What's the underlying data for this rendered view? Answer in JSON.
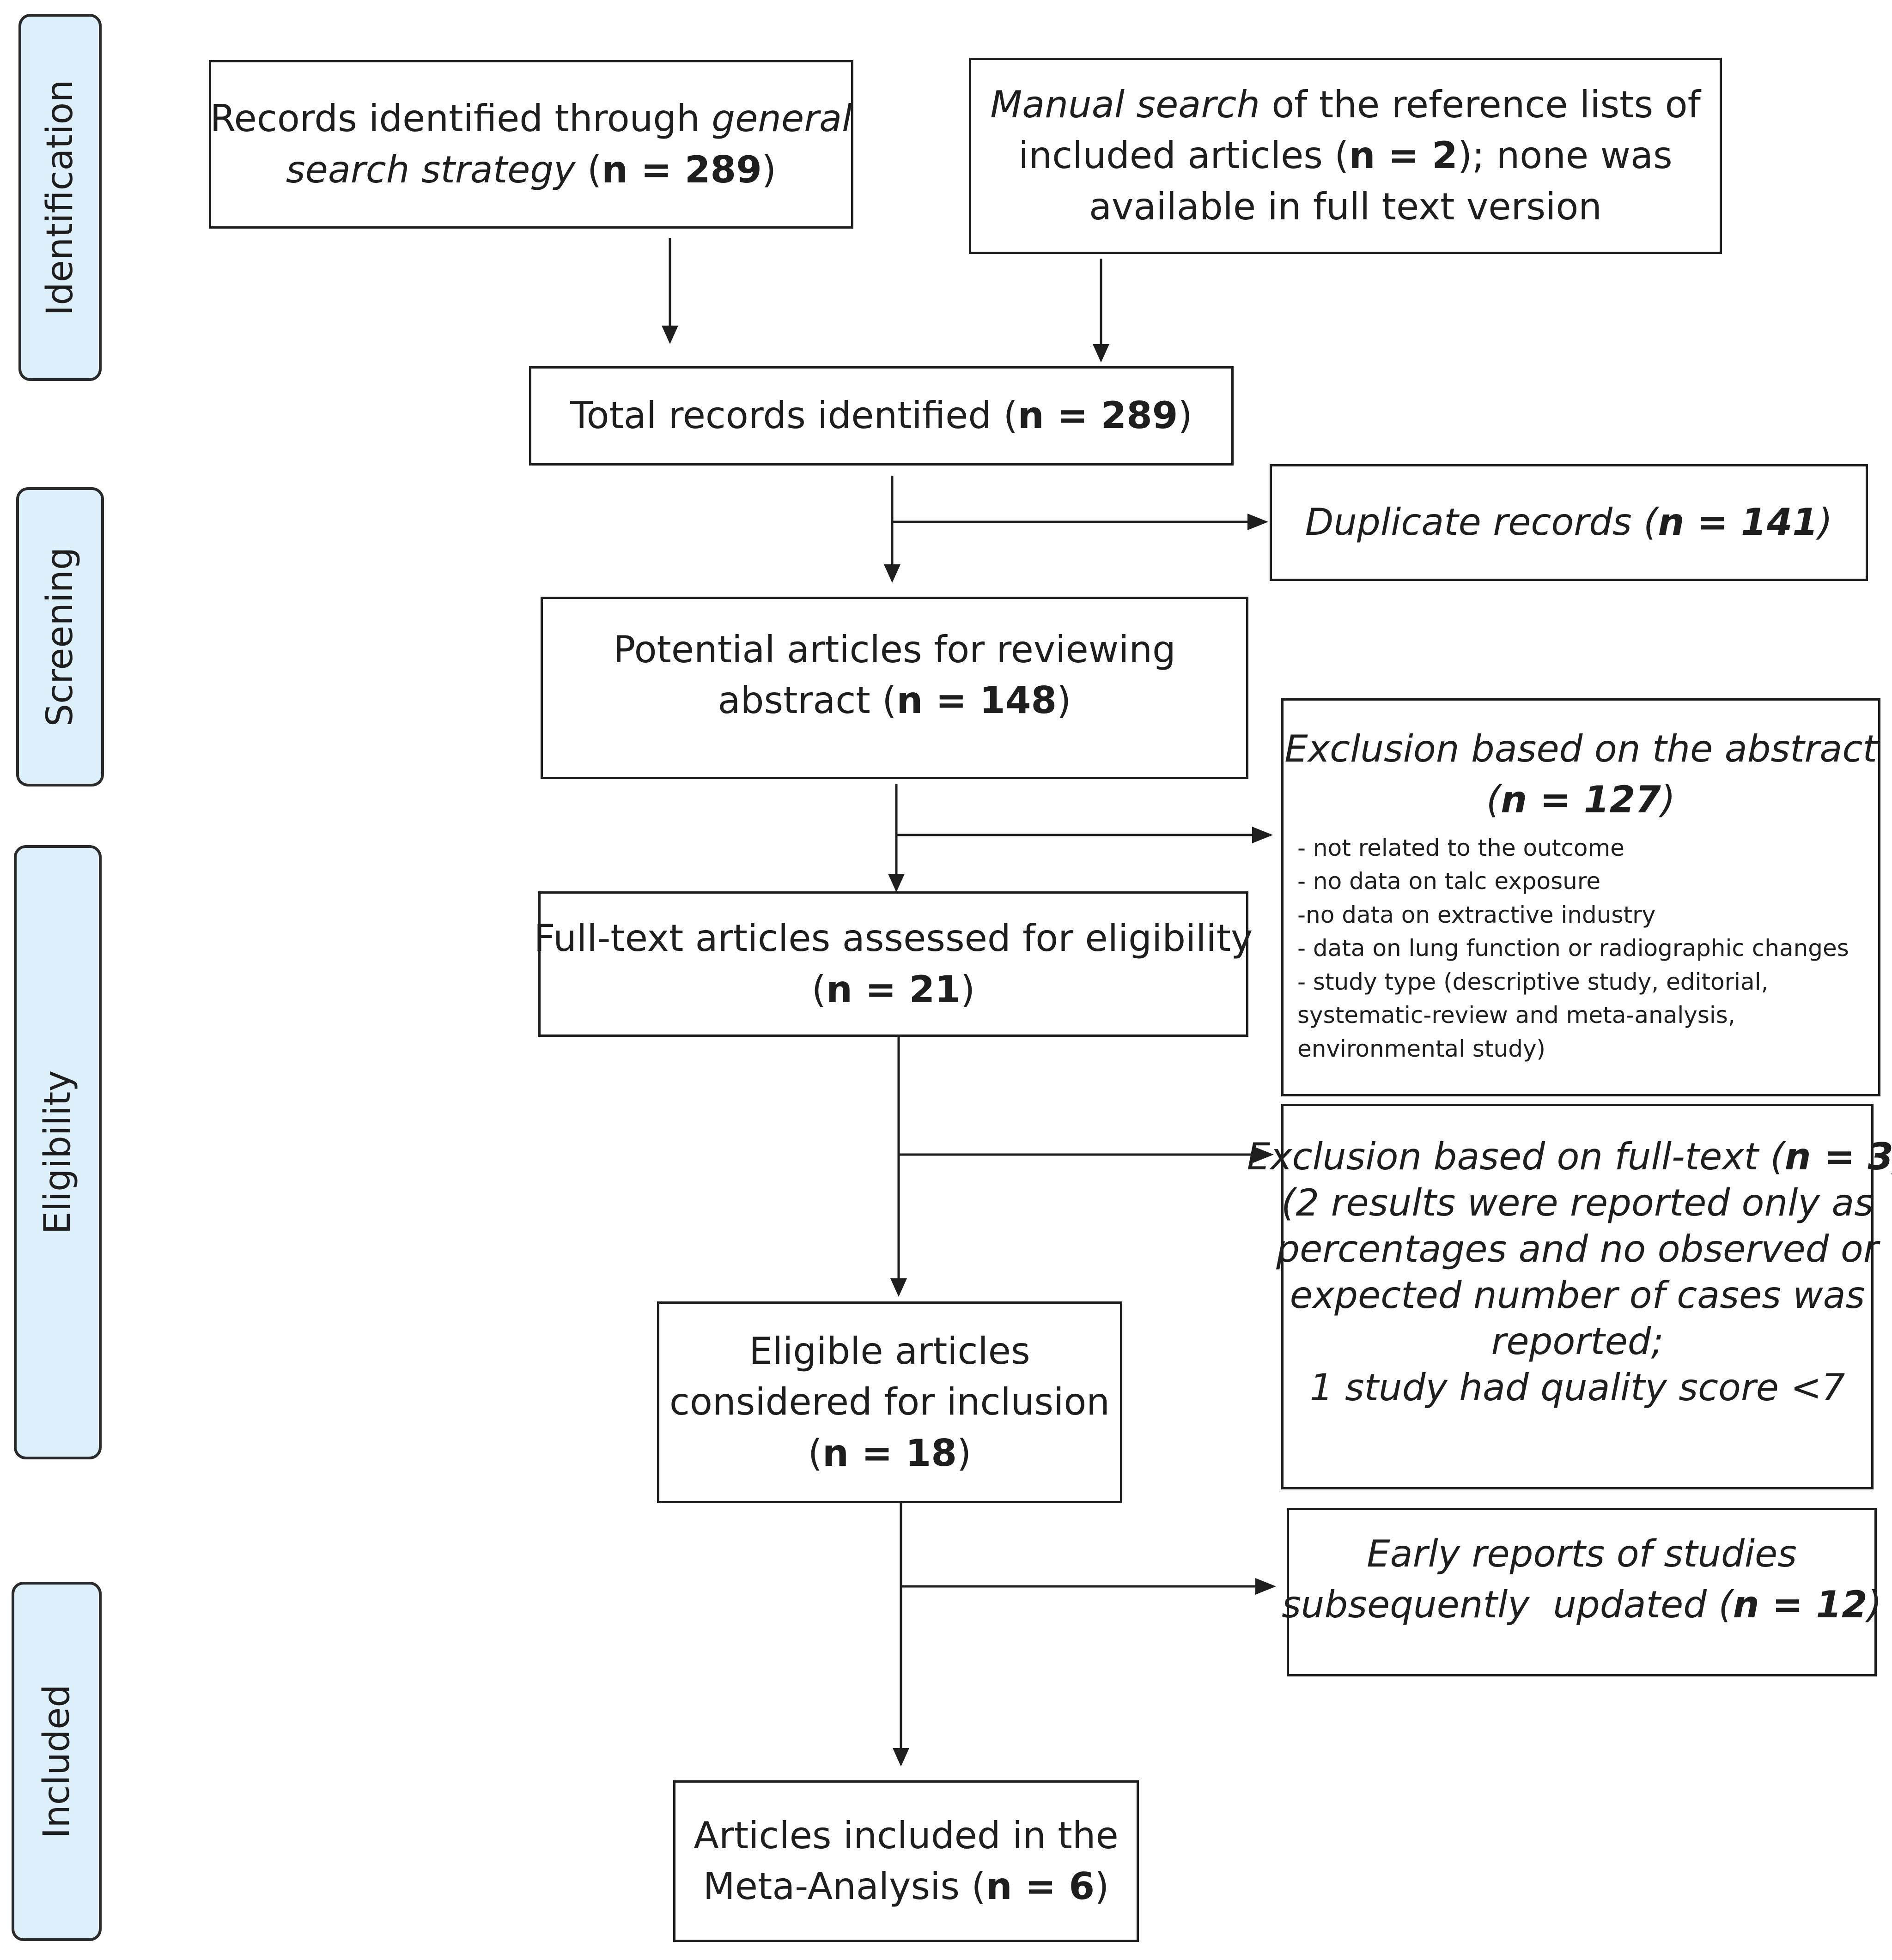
{
  "stages": {
    "identification": "Identification",
    "screening": "Screening",
    "eligibility": "Eligibility",
    "included": "Included"
  },
  "boxes": {
    "general_search": {
      "line1": "Records identified through ",
      "line1_italic": "general",
      "line2_italic": "search strategy",
      "line2_open": " (",
      "line2_bold": "n = 289",
      "line2_close": ")"
    },
    "manual_search": {
      "line1_italic": "Manual search",
      "line1": " of the reference lists of",
      "line2": "included articles (",
      "line2_bold": "n = 2",
      "line2_rest": "); none was",
      "line3": "available in full text version"
    },
    "total_records": {
      "text": "Total records identified (",
      "bold": "n = 289",
      "close": ")"
    },
    "duplicates": {
      "text": "Duplicate records (",
      "bold": "n = 141",
      "close": ")"
    },
    "potential_articles": {
      "line1": "Potential articles for reviewing",
      "line2": "abstract (",
      "bold": "n = 148",
      "close": ")"
    },
    "exclusion_abstract": {
      "title": "Exclusion based on the abstract",
      "count_open": "(",
      "count_bold": "n = 127",
      "count_close": ")",
      "items": [
        "- not related to the outcome",
        "- no data on talc exposure",
        "-no data on extractive industry",
        "- data on lung function or radiographic changes",
        "- study type (descriptive study, editorial,",
        "systematic-review and meta-analysis,",
        "environmental study)"
      ]
    },
    "full_text": {
      "line1": "Full-text articles assessed for eligibility",
      "open": "(",
      "bold": "n = 21",
      "close": ")"
    },
    "exclusion_full_text": {
      "line1": "Exclusion based on full-text (",
      "line1_bold": "n = 3",
      "line1_close": ")",
      "line2": "(2 results were reported only as",
      "line3": "percentages and no observed or",
      "line4": "expected number of cases was",
      "line5": "reported;",
      "line6": "1 study had quality score <7"
    },
    "eligible": {
      "line1": "Eligible articles",
      "line2": "considered for inclusion",
      "open": "(",
      "bold": "n = 18",
      "close": ")"
    },
    "early_reports": {
      "line1": "Early reports of studies",
      "line2": "subsequently  updated (",
      "bold": "n = 12",
      "close": ")"
    },
    "included": {
      "line1": "Articles included in the",
      "line2": "Meta-Analysis (",
      "bold": "n = 6",
      "close": ")"
    }
  }
}
